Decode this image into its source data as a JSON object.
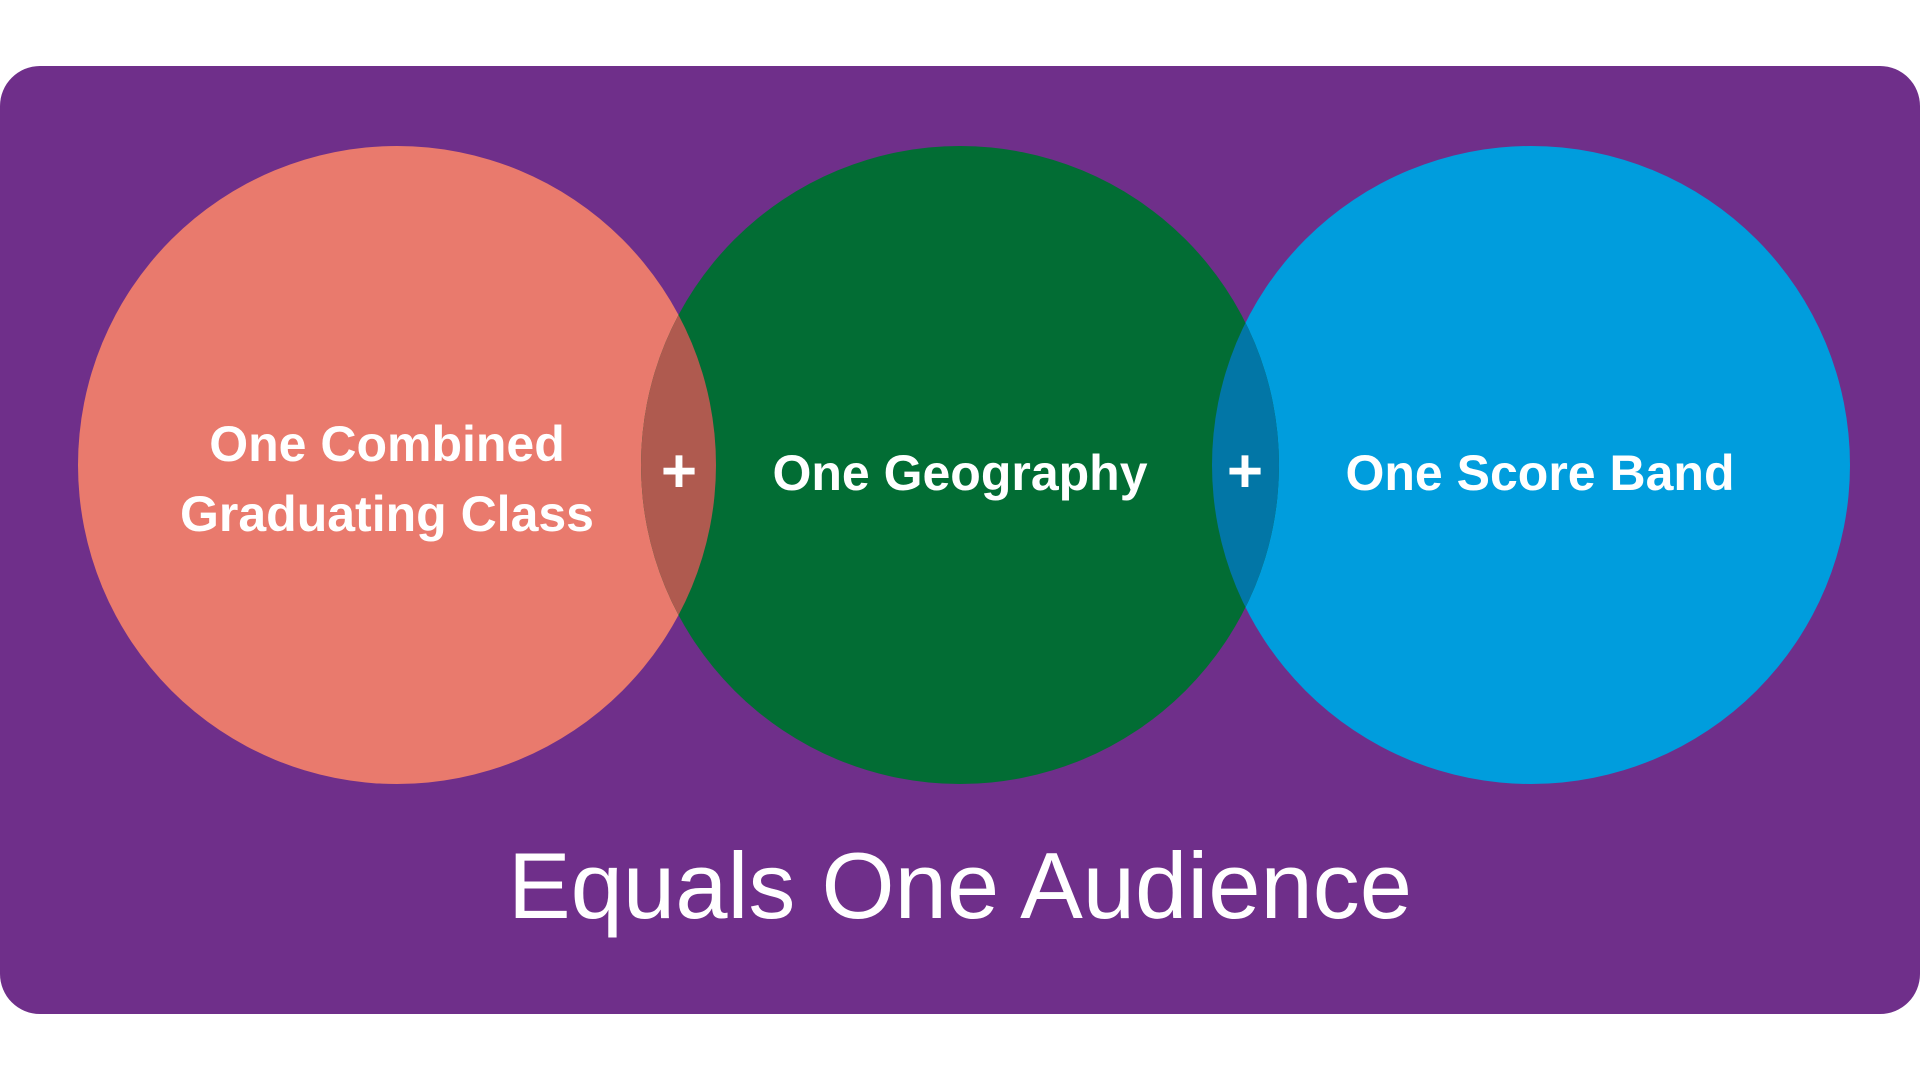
{
  "colors": {
    "page_background": "#ffffff",
    "panel": "#6f2f8a",
    "circle_left": "#e97a6d",
    "circle_middle": "#026d34",
    "circle_right": "#009ddd",
    "overlap_left": "#af5a4f",
    "overlap_right": "#0276a6",
    "text": "#ffffff"
  },
  "diagram": {
    "circles": [
      {
        "name": "combined-graduating-class",
        "lines": [
          "One Combined",
          "Graduating Class"
        ]
      },
      {
        "name": "geography",
        "lines": [
          "One Geography"
        ]
      },
      {
        "name": "score-band",
        "lines": [
          "One Score Band"
        ]
      }
    ],
    "operators": [
      "+",
      "+"
    ],
    "result": "Equals One Audience"
  }
}
